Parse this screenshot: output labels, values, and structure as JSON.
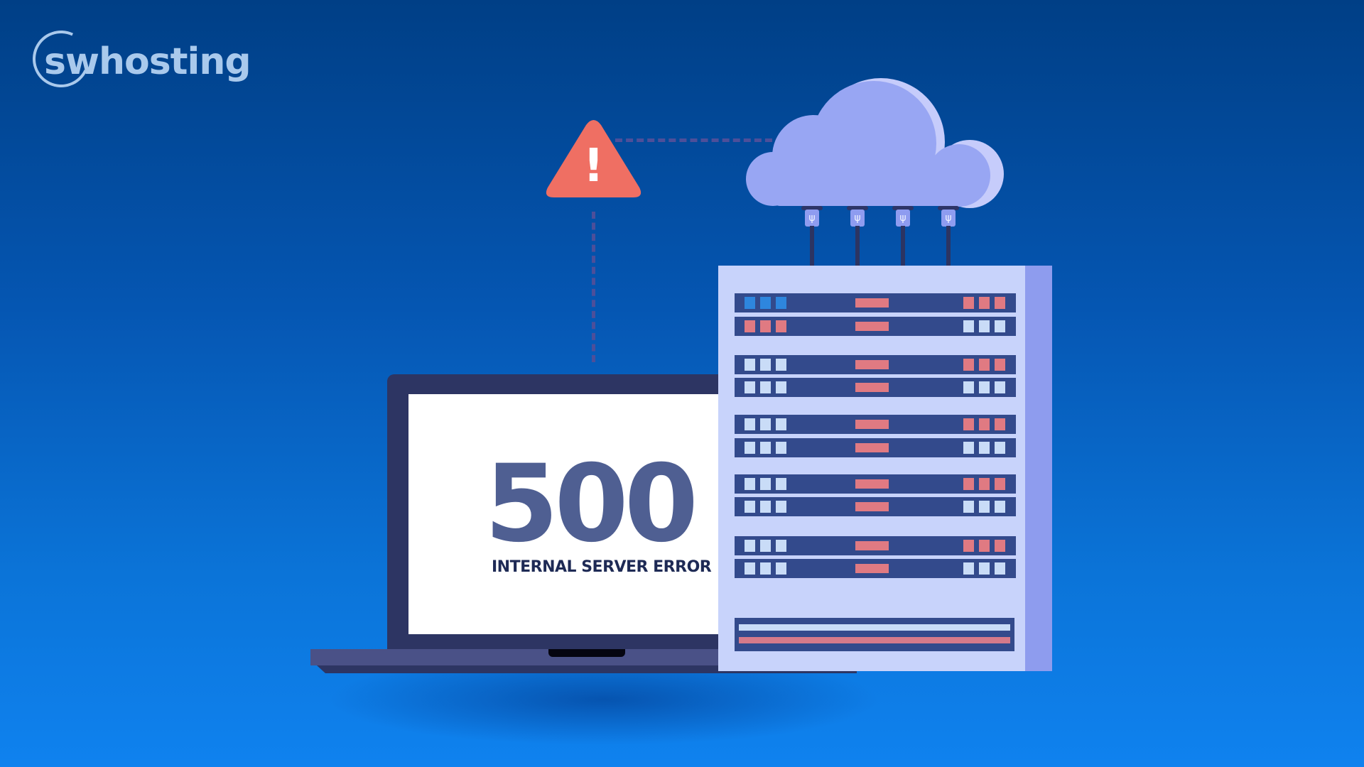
{
  "logo": {
    "text": "swhosting"
  },
  "illustration": {
    "warning_icon": {
      "symbol": "!",
      "color": "#ef6f63"
    },
    "laptop": {
      "error_code": "500",
      "error_message": "INTERNAL SERVER ERROR"
    },
    "cloud": {
      "color": "#98a6f3",
      "connectors": 4,
      "connector_glyph": "ψ"
    },
    "server": {
      "racks": [
        {
          "left": [
            "blue",
            "blue",
            "blue"
          ],
          "right": [
            "red",
            "red",
            "red"
          ]
        },
        {
          "left": [
            "red",
            "red",
            "red"
          ],
          "right": [
            "white",
            "white",
            "white"
          ]
        },
        {
          "left": [
            "white",
            "white",
            "white"
          ],
          "right": [
            "red",
            "red",
            "red"
          ]
        },
        {
          "left": [
            "white",
            "white",
            "white"
          ],
          "right": [
            "white",
            "white",
            "white"
          ]
        },
        {
          "left": [
            "white",
            "white",
            "white"
          ],
          "right": [
            "red",
            "red",
            "red"
          ]
        },
        {
          "left": [
            "white",
            "white",
            "white"
          ],
          "right": [
            "white",
            "white",
            "white"
          ]
        },
        {
          "left": [
            "white",
            "white",
            "white"
          ],
          "right": [
            "red",
            "red",
            "red"
          ]
        },
        {
          "left": [
            "white",
            "white",
            "white"
          ],
          "right": [
            "white",
            "white",
            "white"
          ]
        },
        {
          "left": [
            "white",
            "white",
            "white"
          ],
          "right": [
            "red",
            "red",
            "red"
          ]
        },
        {
          "left": [
            "white",
            "white",
            "white"
          ],
          "right": [
            "white",
            "white",
            "white"
          ]
        }
      ]
    }
  },
  "colors": {
    "background_top": "#003f86",
    "background_bottom": "#0f82ef",
    "led_blue": "#2e86de",
    "led_red": "#e07a82",
    "led_white": "#c9dcf7",
    "rack": "#334a8c",
    "server_body": "#c8d3fb",
    "server_side": "#8e9cee"
  }
}
